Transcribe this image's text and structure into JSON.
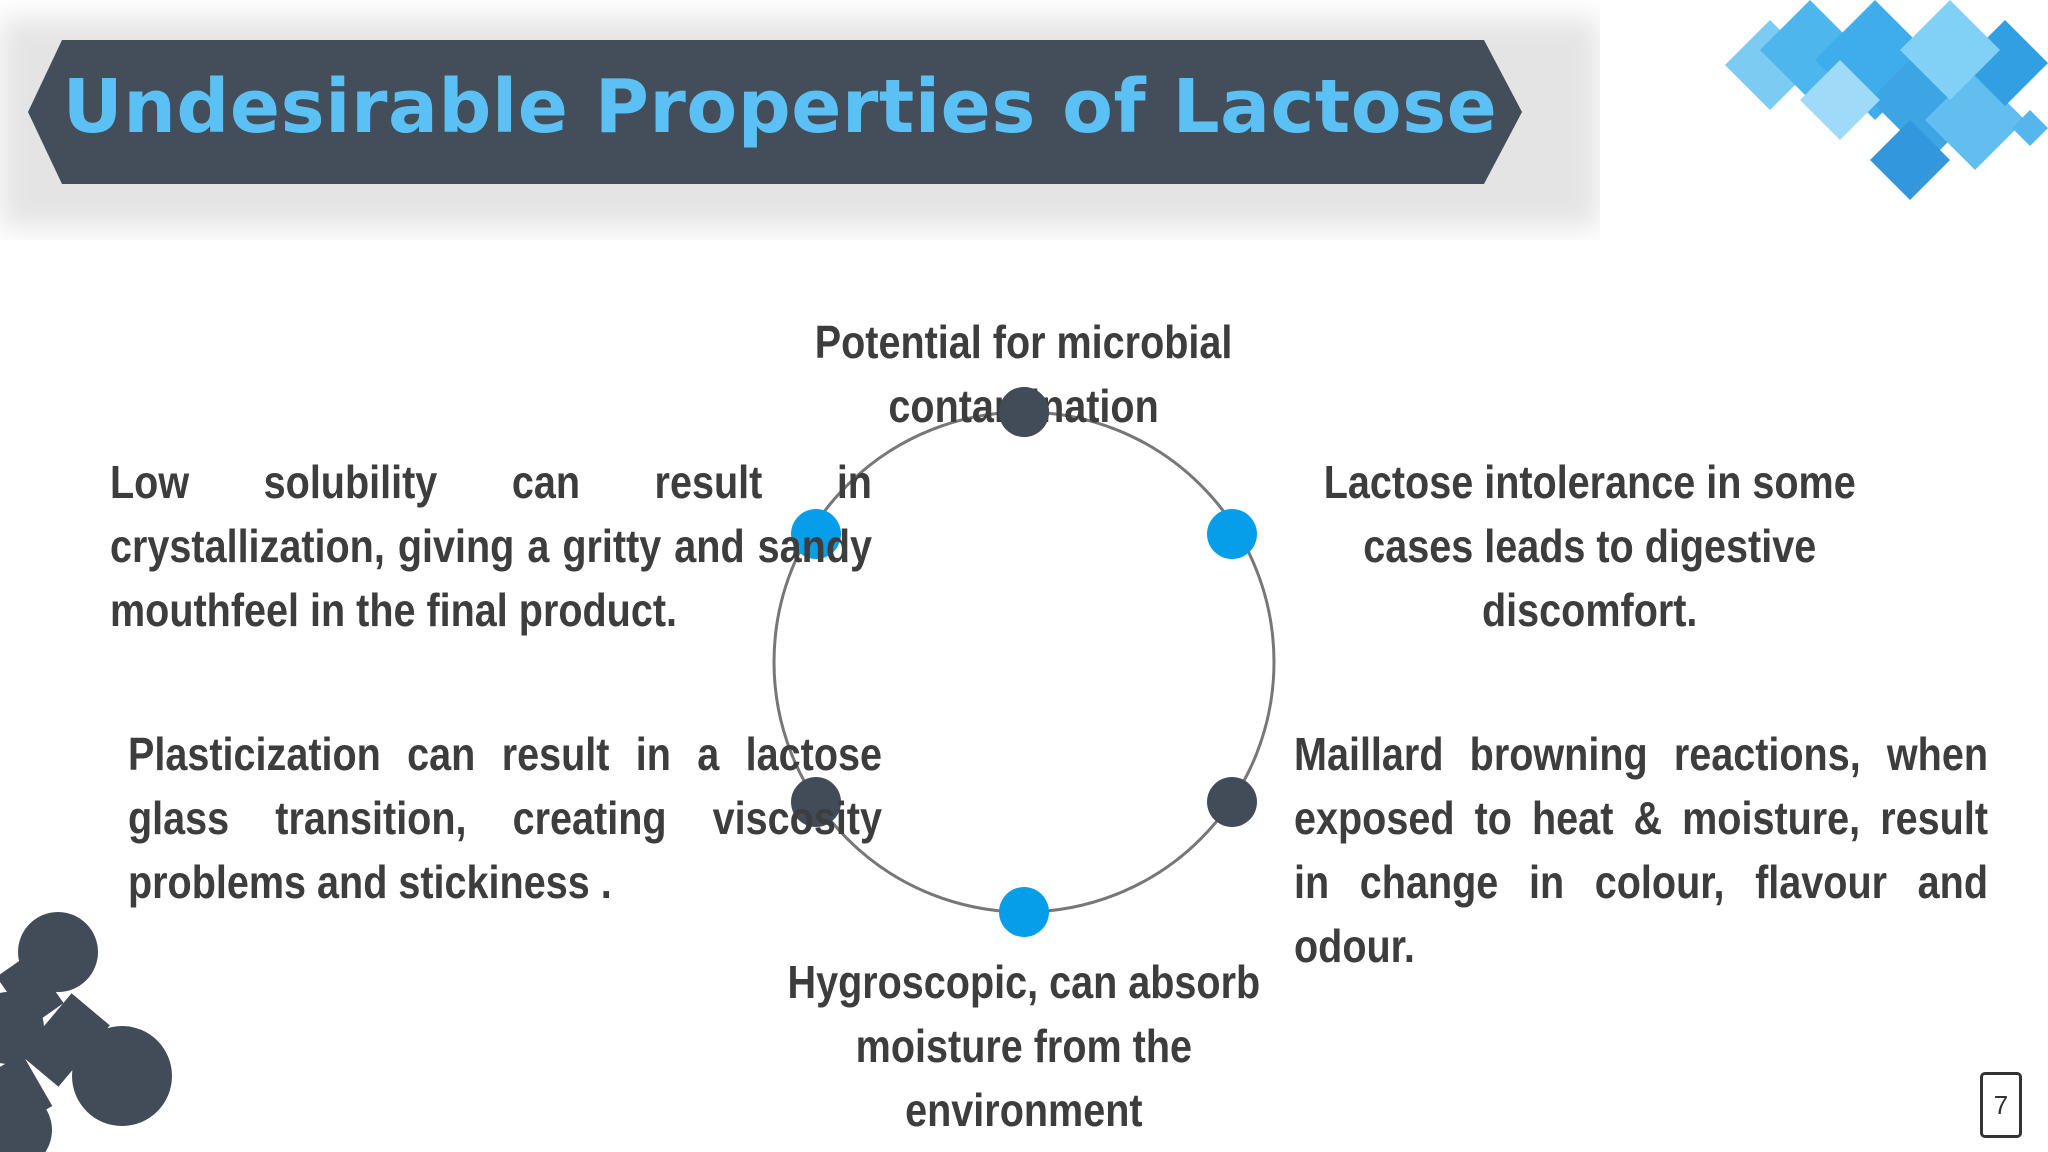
{
  "slide": {
    "title": "Undesirable Properties of Lactose",
    "page_number": "7"
  },
  "colors": {
    "banner": "#434e5a",
    "title": "#5bc0f4",
    "node_blue": "#069ee8",
    "node_dark": "#424c59",
    "circle_stroke": "#777777",
    "text": "#3d3d3d"
  },
  "diagram": {
    "nodes": [
      {
        "position": "top",
        "color": "dark",
        "label_lines": [
          "Potential for microbial",
          "contamination"
        ]
      },
      {
        "position": "upper-right",
        "color": "blue"
      },
      {
        "position": "lower-right",
        "color": "dark"
      },
      {
        "position": "bottom",
        "color": "blue",
        "label_lines": [
          "Hygroscopic, can absorb",
          "moisture from the",
          "environment"
        ]
      },
      {
        "position": "lower-left",
        "color": "dark"
      },
      {
        "position": "upper-left",
        "color": "blue"
      }
    ],
    "left_upper_text": "Low solubility can result in crystallization, giving a gritty and sandy mouthfeel in the final product.",
    "left_lower_text": "Plasticization can result in a lactose glass transition, creating viscosity problems and stickiness .",
    "right_upper_lines": [
      "Lactose intolerance in some",
      "cases leads to digestive",
      "discomfort."
    ],
    "right_lower_text": "Maillard browning reactions, when exposed to heat & moisture, result in change in colour, flavour and odour."
  },
  "icons": [
    "tablet-icon",
    "molecule-decoration",
    "blue-diamond-decoration"
  ]
}
